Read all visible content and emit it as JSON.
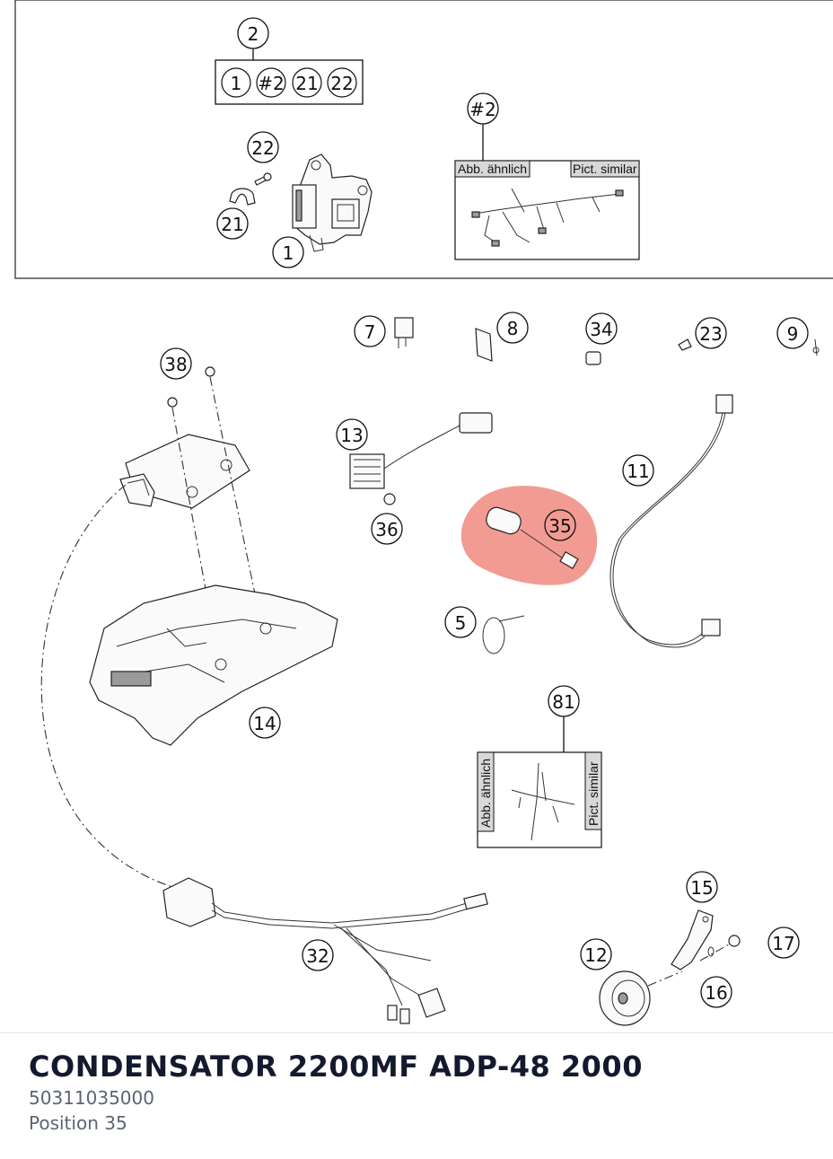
{
  "diagram": {
    "callouts": {
      "c2": "2",
      "c1_box": "1",
      "c_hash2_box": "#2",
      "c21_box": "21",
      "c22_box": "22",
      "c22": "22",
      "c21": "21",
      "c1": "1",
      "c_hash2": "#2",
      "c7": "7",
      "c8": "8",
      "c34": "34",
      "c23": "23",
      "c9": "9",
      "c38": "38",
      "c13": "13",
      "c11": "11",
      "c35": "35",
      "c36": "36",
      "c5": "5",
      "c14": "14",
      "c81": "81",
      "c15": "15",
      "c12": "12",
      "c17": "17",
      "c16": "16",
      "c32": "32"
    },
    "labels": {
      "abb_aehnlich": "Abb. ähnlich",
      "pict_similar": "Pict. similar"
    },
    "highlight_color": "#f08a80"
  },
  "part": {
    "name": "CONDENSATOR 2200MF ADP-48 2000",
    "number": "50311035000",
    "position": "Position 35"
  }
}
